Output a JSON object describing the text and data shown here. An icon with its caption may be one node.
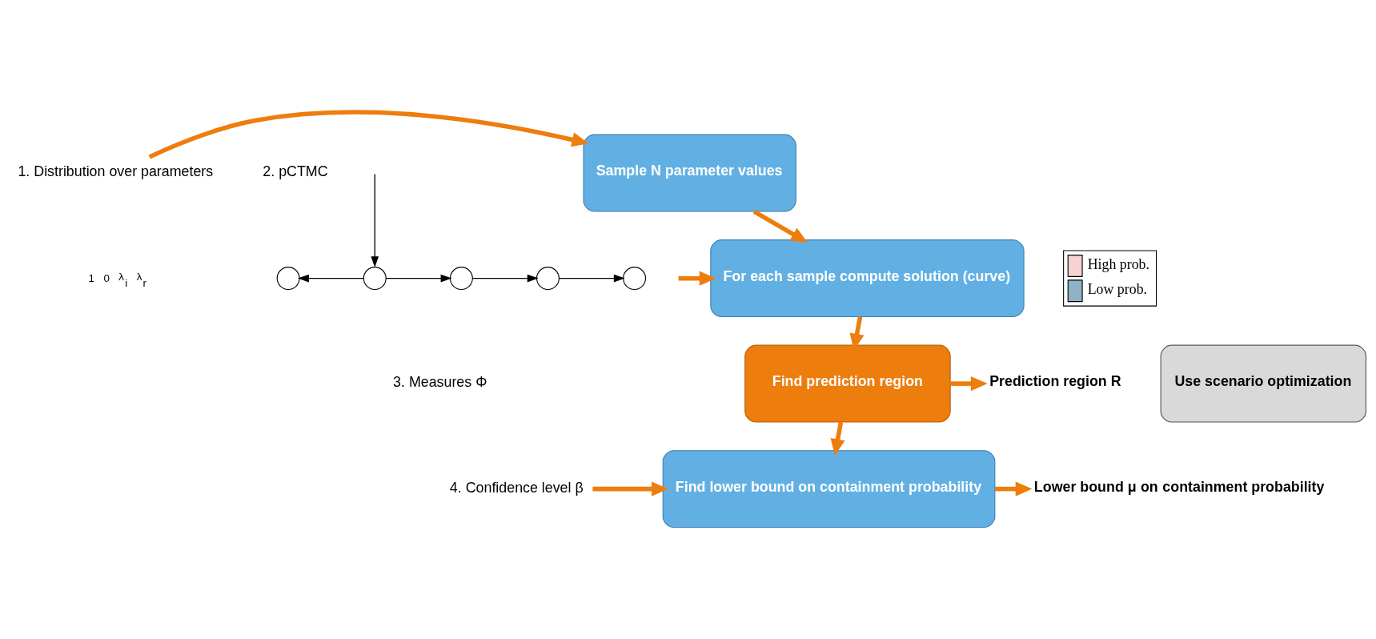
{
  "diagram": {
    "nodes": [
      {
        "text": [
          "1. Distribution over parameters"
        ]
      },
      {
        "text": [
          "Sample N parameter values"
        ]
      },
      {
        "text": [
          "2. pCTMC"
        ]
      },
      {
        "text": [],
        "shape": "circle"
      },
      {
        "text": [],
        "shape": "circle"
      },
      {
        "text": [],
        "shape": "circle"
      },
      {
        "text": [],
        "shape": "circle"
      },
      {
        "text": [],
        "shape": "circle"
      },
      {
        "text": [
          "For each sample compute solution (curve)"
        ]
      },
      {
        "text": [
          "3. Measures Φ"
        ]
      },
      {
        "text": [
          "Find prediction region"
        ]
      },
      {
        "text": [
          "Prediction region R"
        ]
      },
      {
        "text": [
          "4. Confidence level β"
        ]
      },
      {
        "text": [
          "Find lower bound on containment probability"
        ]
      },
      {
        "text": [
          "**Lower bound μ** on **containment probability**"
        ]
      },
      {
        "text": [
          "Use scenario optimization"
        ]
      }
    ],
    "edges": [
      {
        "from": 0,
        "to": 1,
        "arrow": "to"
      },
      {
        "from": null,
        "to": 4,
        "arrow": "to",
        "color": "#000000"
      },
      {
        "from": 4,
        "to": 3,
        "arrow": "to",
        "color": "#000000"
      },
      {
        "from": 4,
        "to": 5,
        "arrow": "to",
        "color": "#000000"
      },
      {
        "from": 5,
        "to": 6,
        "arrow": "to",
        "color": "#000000"
      },
      {
        "from": 6,
        "to": 7,
        "arrow": "to",
        "color": "#000000"
      },
      {
        "from": null,
        "to": 8,
        "arrow": "to"
      },
      {
        "from": 1,
        "to": 8,
        "arrow": "to"
      },
      {
        "from": 8,
        "to": 10,
        "arrow": "to"
      },
      {
        "from": 10,
        "to": 13,
        "arrow": "to"
      },
      {
        "from": 10,
        "to": 11,
        "arrow": "to"
      },
      {
        "from": 12,
        "to": 13,
        "arrow": "to"
      },
      {
        "from": 13,
        "to": 14,
        "arrow": "to"
      }
    ],
    "labels": [
      "1",
      "0",
      "λ$_{i}$",
      "λ$_{r}$"
    ],
    "legend": [
      {
        "text": "High prob.",
        "color": "#f4d3d2"
      },
      {
        "text": "Low prob.",
        "color": "#8fb3c6"
      }
    ]
  }
}
